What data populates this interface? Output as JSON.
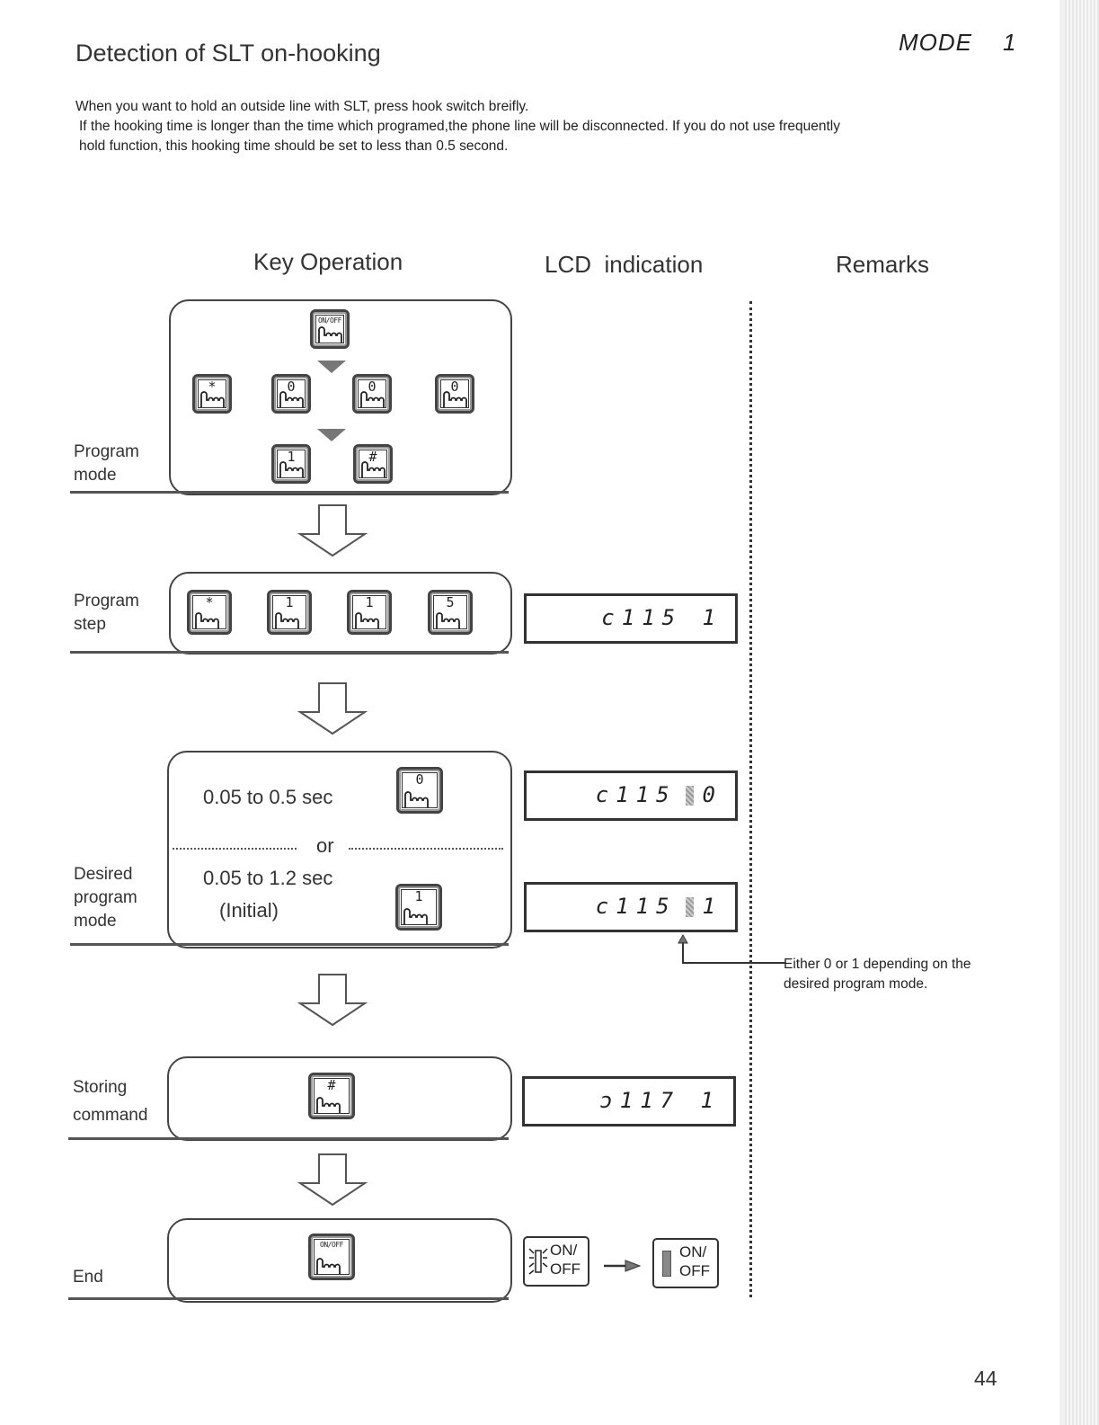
{
  "page": {
    "title": "Detection of SLT on-hooking",
    "mode_label": "MODE",
    "mode_number": "1",
    "page_number": "44",
    "intro": [
      "When you want to hold an outside line with SLT, press hook switch breifly.",
      "If the hooking time is longer than the time which programed,the phone line will be disconnected. If you do not use frequently",
      "hold function, this hooking time should be set to less than 0.5 second."
    ]
  },
  "columns": {
    "key_operation": "Key Operation",
    "lcd_indication": "LCD  indication",
    "remarks": "Remarks"
  },
  "rows": {
    "program_mode": {
      "label_line1": "Program",
      "label_line2": "mode",
      "keys_top": [
        "ON/OFF"
      ],
      "keys_middle": [
        "*",
        "0",
        "0",
        "0"
      ],
      "keys_bottom": [
        "1",
        "#"
      ]
    },
    "program_step": {
      "label_line1": "Program",
      "label_line2": "step",
      "keys": [
        "*",
        "1",
        "1",
        "5"
      ],
      "lcd": "c115 1"
    },
    "desired_program_mode": {
      "label_line1": "Desired",
      "label_line2": "program",
      "label_line3": "mode",
      "option1_text": "0.05 to 0.5 sec",
      "option1_key": "0",
      "separator": "or",
      "option2_text": "0.05 to 1.2 sec",
      "option2_note": "(Initial)",
      "option2_key": "1",
      "lcd_option1_prefix": "c115",
      "lcd_option1_value": "0",
      "lcd_option2_prefix": "c115",
      "lcd_option2_value": "1",
      "remark": "Either 0 or 1 depending on the",
      "remark_line2": "desired program mode."
    },
    "storing_command": {
      "label_line1": "Storing",
      "label_line2": "command",
      "key": "#",
      "lcd": "ɔ117 1"
    },
    "end": {
      "label": "End",
      "key": "ON/OFF",
      "switch_before_line1": "ON/",
      "switch_before_line2": "OFF",
      "switch_after_line1": "ON/",
      "switch_after_line2": "OFF"
    }
  }
}
